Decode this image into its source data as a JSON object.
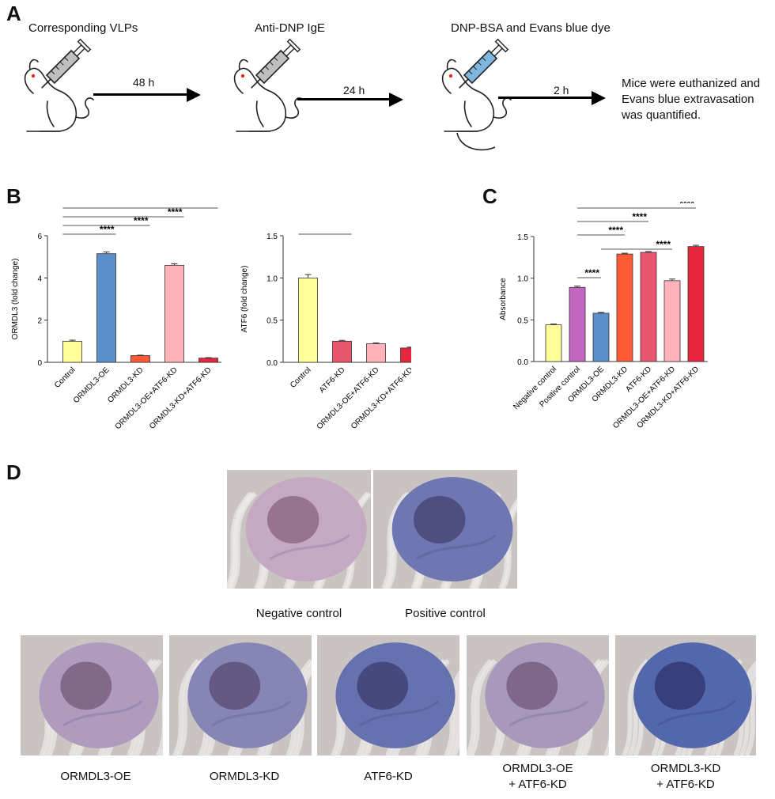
{
  "panel_letters": {
    "a": "A",
    "b": "B",
    "c": "C",
    "d": "D"
  },
  "workflow": {
    "steps": [
      "Corresponding VLPs",
      "Anti-DNP IgE",
      "DNP-BSA and Evans blue dye"
    ],
    "intervals": [
      "48 h",
      "24 h",
      "2 h"
    ],
    "outcome": [
      "Mice were euthanized and",
      "Evans blue extravasation",
      "was quantified."
    ],
    "syringe_colors": [
      "#bfbfbf",
      "#bfbfbf",
      "#7eb6e0"
    ]
  },
  "significance": "****",
  "chart_data": [
    {
      "id": "B-left",
      "type": "bar",
      "categories": [
        "Control",
        "ORMDL3-OE",
        "ORMDL3-KD",
        "ORMDL3-OE+ATF6-KD",
        "ORMDL3-KD+ATF6-KD"
      ],
      "values": [
        1.0,
        5.15,
        0.32,
        4.6,
        0.2
      ],
      "errors": [
        0.05,
        0.08,
        0.02,
        0.07,
        0.02
      ],
      "colors": [
        "#ffff99",
        "#5b8fcc",
        "#ff5a36",
        "#ffb3b8",
        "#e8253f"
      ],
      "ylabel": "ORMDL3 (fold change)",
      "ylim": [
        0,
        6
      ],
      "yticks": [
        "0",
        "2",
        "4",
        "6"
      ],
      "comparisons": [
        [
          0,
          1
        ],
        [
          0,
          2
        ],
        [
          0,
          3
        ],
        [
          0,
          4
        ]
      ]
    },
    {
      "id": "B-right",
      "type": "bar",
      "categories": [
        "Control",
        "ATF6-KD",
        "ORMDL3-OE+ATF6-KD",
        "ORMDL3-KD+ATF6-KD"
      ],
      "values": [
        1.0,
        0.25,
        0.22,
        0.17
      ],
      "errors": [
        0.04,
        0.01,
        0.01,
        0.01
      ],
      "colors": [
        "#ffff99",
        "#e8566b",
        "#ffb3b8",
        "#e8253f"
      ],
      "ylabel": "ATF6 (fold change)",
      "ylim": [
        0,
        1.5
      ],
      "yticks": [
        "0.0",
        "0.5",
        "1.0",
        "1.5"
      ],
      "comparisons": [
        [
          0,
          1
        ],
        [
          0,
          2
        ],
        [
          0,
          3
        ]
      ]
    },
    {
      "id": "C",
      "type": "bar",
      "categories": [
        "Negative control",
        "Positive control",
        "ORMDL3-OE",
        "ORMDL3-KD",
        "ATF6-KD",
        "ORMDL3-OE+ATF6-KD",
        "ORMDL3-KD+ATF6-KD"
      ],
      "values": [
        0.44,
        0.89,
        0.58,
        1.29,
        1.31,
        0.97,
        1.38
      ],
      "errors": [
        0.01,
        0.015,
        0.01,
        0.01,
        0.01,
        0.02,
        0.015
      ],
      "colors": [
        "#ffff99",
        "#c266c2",
        "#5b8fcc",
        "#ff5a36",
        "#e8566b",
        "#ffb3b8",
        "#e8253f"
      ],
      "ylabel": "Absorbance",
      "ylim": [
        0,
        1.5
      ],
      "yticks": [
        "0.0",
        "0.5",
        "1.0",
        "1.5"
      ],
      "comparisons": [
        [
          1,
          6
        ],
        [
          1,
          4
        ],
        [
          1,
          3
        ],
        [
          1,
          2
        ],
        [
          2,
          5
        ]
      ]
    }
  ],
  "photos": {
    "top": [
      {
        "caption": "Negative control",
        "tint": 0.12
      },
      {
        "caption": "Positive control",
        "tint": 0.72
      }
    ],
    "bottom": [
      {
        "caption": [
          "ORMDL3-OE"
        ],
        "tint": 0.28
      },
      {
        "caption": [
          "ORMDL3-KD"
        ],
        "tint": 0.55
      },
      {
        "caption": [
          "ATF6-KD"
        ],
        "tint": 0.78
      },
      {
        "caption": [
          "ORMDL3-OE",
          "+ ATF6-KD"
        ],
        "tint": 0.32
      },
      {
        "caption": [
          "ORMDL3-KD",
          "+ ATF6-KD"
        ],
        "tint": 0.92
      }
    ]
  }
}
